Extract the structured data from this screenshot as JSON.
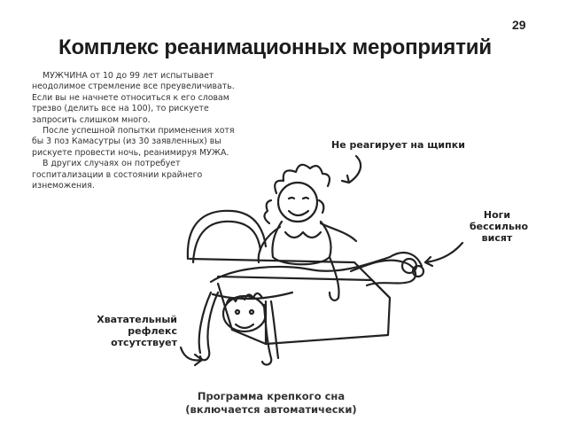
{
  "page": {
    "number": "29",
    "title": "Комплекс реанимационных мероприятий"
  },
  "intro": {
    "paragraphs": [
      "МУЖЧИНА от 10 до 99 лет испытывает неодолимое стремление все преувеличивать. Если вы не начнете относиться к его словам трезво (делить все на 100), то рискуете запросить слишком много.",
      "После успешной попытки применения хотя бы 3 поз Камасутры (из 30 заявленных) вы рискуете провести ночь, реанимируя МУЖА.",
      "В других случаях он потребует госпитализации в состоянии крайнего изнеможения."
    ]
  },
  "callouts": {
    "pinch": "Не реагирует на щипки",
    "legs": [
      "Ноги",
      "бессильно",
      "висят"
    ],
    "reflex": [
      "Хватательный",
      "рефлекс отсутствует"
    ]
  },
  "caption": [
    "Программа крепкого сна",
    "(включается автоматически)"
  ]
}
